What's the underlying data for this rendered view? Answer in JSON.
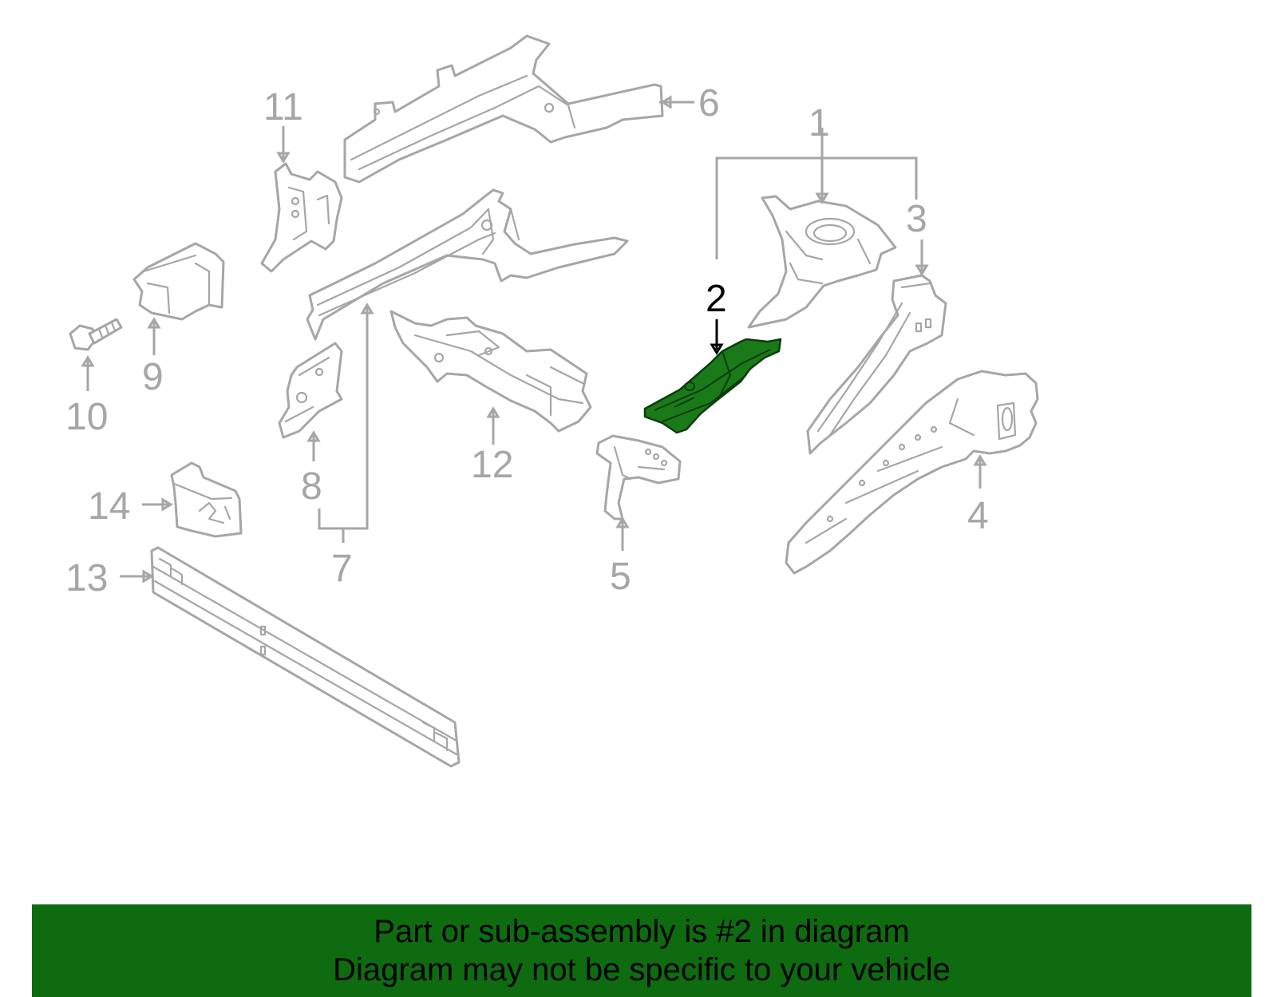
{
  "diagram": {
    "highlighted_part": "2",
    "highlight_color": "#1a7a1a",
    "line_color": "#a6a6a6",
    "callouts": [
      "1",
      "2",
      "3",
      "4",
      "5",
      "6",
      "7",
      "8",
      "9",
      "10",
      "11",
      "12",
      "13",
      "14"
    ]
  },
  "banner": {
    "line1": "Part or sub-assembly is #2 in diagram",
    "line2": "Diagram may not be specific to your vehicle",
    "background": "#0e6b10"
  }
}
